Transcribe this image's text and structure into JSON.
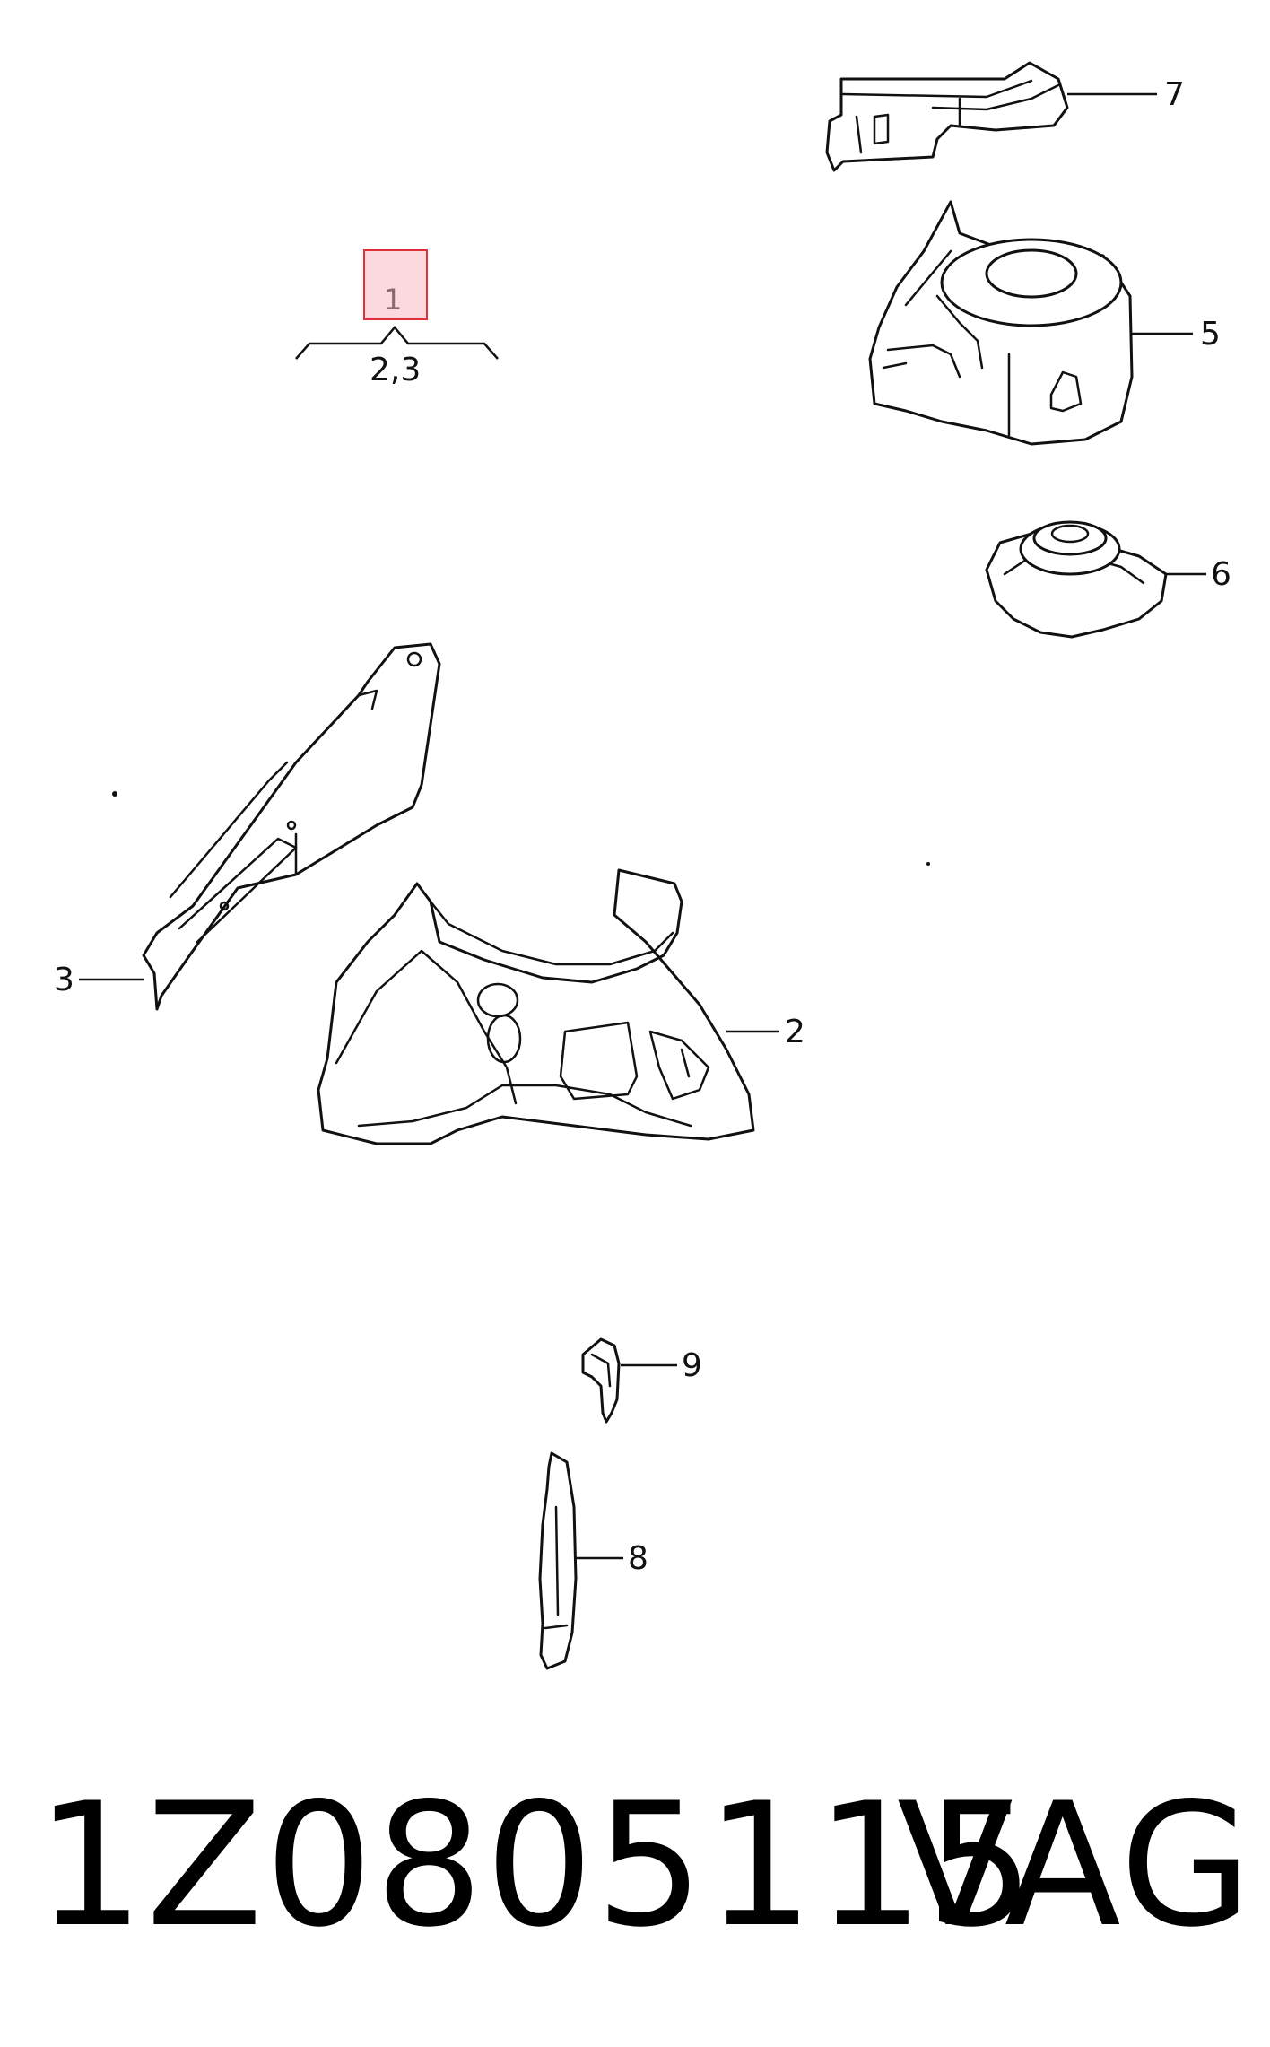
{
  "diagram": {
    "highlighted_callout": "1",
    "group_label": "2,3",
    "callouts": {
      "c2": "2",
      "c3": "3",
      "c5": "5",
      "c6": "6",
      "c7": "7",
      "c8": "8",
      "c9": "9"
    },
    "parts": [
      "wheelhouse-panel",
      "front-rail-bracket",
      "strut-tower",
      "strut-mount-cap",
      "upper-rail-bracket",
      "vertical-bracket",
      "small-clip"
    ]
  },
  "footer": {
    "part_number": "1Z0805115",
    "brand": "VAG"
  },
  "colors": {
    "highlight_fill": "#f4a9b8",
    "highlight_border": "#e0303a",
    "line": "#111111"
  }
}
